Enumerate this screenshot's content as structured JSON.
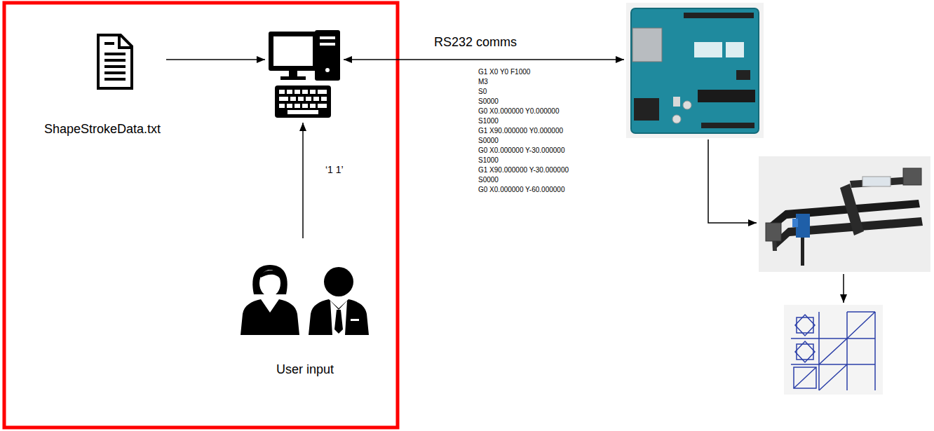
{
  "diagram": {
    "nodes": [
      {
        "text": [
          "ShapeStrokeData.txt"
        ]
      },
      {
        "text": []
      },
      {
        "text": [
          "User input"
        ]
      },
      {
        "text": []
      },
      {
        "text": []
      },
      {
        "text": []
      }
    ],
    "edges": [
      {
        "from": 0,
        "to": 1,
        "arrow": "to"
      },
      {
        "from": 2,
        "to": 1,
        "label": "‘1 1’",
        "arrow": "to"
      },
      {
        "from": 1,
        "to": 3,
        "label": "RS232 comms",
        "arrow": "both"
      },
      {
        "from": 3,
        "to": 4,
        "arrow": "to"
      },
      {
        "from": 4,
        "to": 5,
        "arrow": "to"
      }
    ],
    "labels": [
      "G1 X0 Y0 F1000",
      "M3",
      "S0",
      "S0000",
      "G0 X0.000000 Y0.000000",
      "S1000",
      "G1 X90.000000 Y0.000000",
      "S0000",
      "G0 X0.000000 Y-30.000000",
      "S1000",
      "G1 X90.000000 Y-30.000000",
      "S0000",
      "G0 X0.000000 Y-60.000000"
    ]
  }
}
